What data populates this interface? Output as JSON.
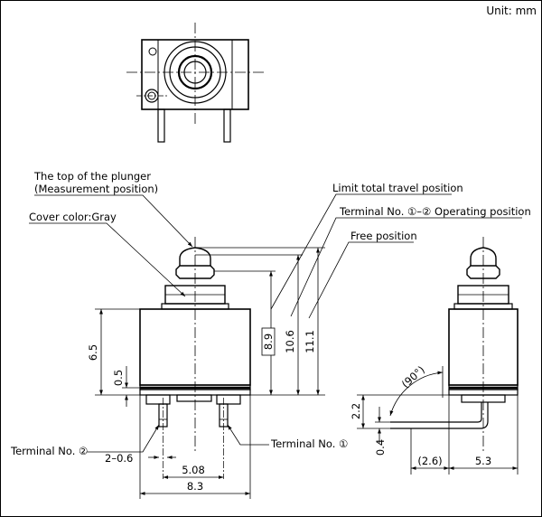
{
  "unit_label": "Unit: mm",
  "callouts": {
    "plunger_top_line1": "The top of the plunger",
    "plunger_top_line2": "(Measurement position)",
    "limit_total_travel": "Limit total travel position",
    "operating_position": "Terminal No. ①–② Operating position",
    "free_position": "Free position",
    "cover_color": "Cover color:Gray",
    "terminal_1": "Terminal No. ①",
    "terminal_2": "Terminal No. ②"
  },
  "dimensions": {
    "height_body": "6.5",
    "base_thickness": "0.5",
    "limit_travel": "8.9",
    "operating": "10.6",
    "free": "11.1",
    "pin_section": "2–0.6",
    "pin_pitch": "5.08",
    "body_width": "8.3",
    "side_offset": "2.2",
    "pin_thickness": "0.4",
    "lead_bend": "(2.6)",
    "side_width": "5.3",
    "bend_angle": "(90°)"
  }
}
